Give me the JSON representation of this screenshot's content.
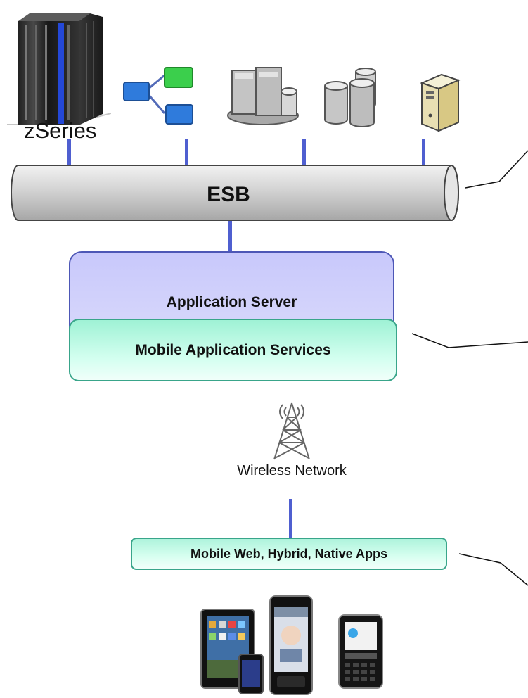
{
  "labels": {
    "zseries": "zSeries",
    "esb": "ESB",
    "application_server": "Application Server",
    "mobile_application_services": "Mobile Application Services",
    "wireless_network": "Wireless Network",
    "mobile_apps": "Mobile Web, Hybrid, Native Apps"
  },
  "icons": [
    "mainframe-icon",
    "workflow-icon",
    "server-cluster-icon",
    "database-icon",
    "server-tower-icon",
    "cell-tower-icon",
    "tablet-icon",
    "smartphone-icon",
    "blackberry-phone-icon"
  ],
  "colors": {
    "connector": "#4f5fd0",
    "application_server_fill": "#c8c8fb",
    "mobile_services_fill": "#9ff2d5",
    "esb_fill": "#d6d6d6"
  }
}
